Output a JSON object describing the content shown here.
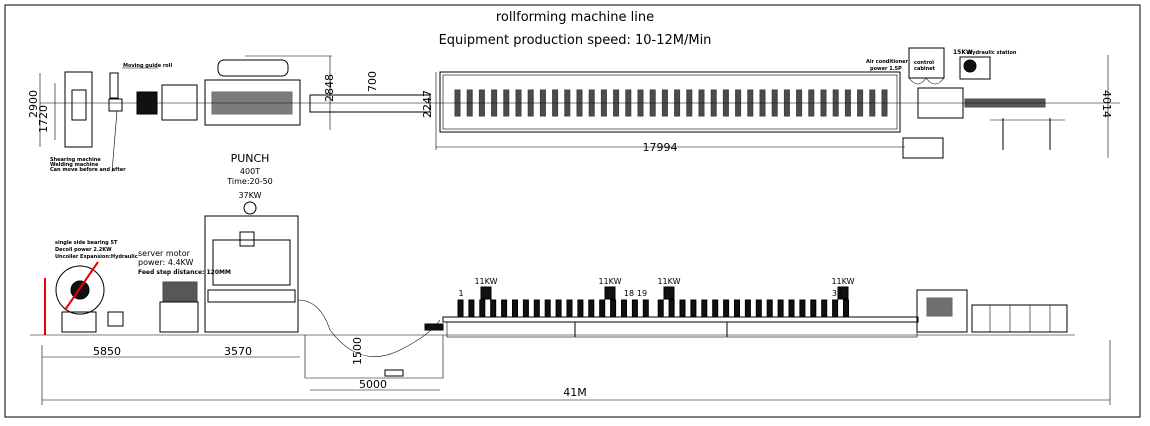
{
  "title": {
    "line1": "rollforming machine line",
    "line2": "Equipment production speed: 10-12M/Min"
  },
  "top_view": {
    "dims": {
      "d2900": "2900",
      "d1720": "1720",
      "d2848": "2848",
      "d700": "700",
      "d2247": "2247",
      "d17994": "17994",
      "d4014": "4014"
    },
    "labels": {
      "moving_guide_roll": "Moving guide roll",
      "shearing": "Shearing machine",
      "welding": "Welding machine",
      "can_move": "Can move before and after",
      "air_conditioner": "Air conditioner",
      "ac_power": "power 1.5P",
      "control": "control",
      "cabinet": "cabinet",
      "hydraulic_kw": "15KW",
      "hydraulic_station": "Hydraulic station"
    }
  },
  "side_view": {
    "punch": {
      "title": "PUNCH",
      "tonnage": "400T",
      "time": "Time:20-50",
      "power": "37KW"
    },
    "decoiler": {
      "line1": "single side bearing 5T",
      "line2": "Decoil power 2.2KW",
      "line3": "Uncoiler Expansion:Hydraulic"
    },
    "servo": {
      "line1": "server motor",
      "line2": "power: 4.4KW",
      "line3": "Feed step distance: 120MM"
    },
    "motors": [
      "11KW",
      "11KW",
      "11KW",
      "11KW"
    ],
    "stations": {
      "first": "1",
      "s18": "18",
      "s19": "19",
      "last": "36"
    },
    "dims": {
      "d5850": "5850",
      "d3570": "3570",
      "d1500": "1500",
      "d5000": "5000",
      "total": "41M"
    }
  }
}
